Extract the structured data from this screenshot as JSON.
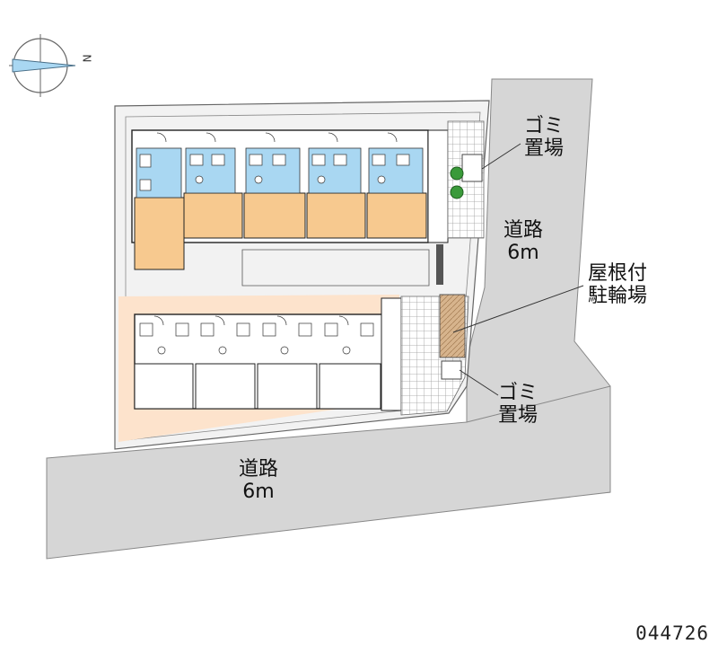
{
  "compass": {
    "north_label": "N"
  },
  "labels": {
    "trash_top": [
      "ゴミ",
      "置場"
    ],
    "road_east": [
      "道路",
      "6m"
    ],
    "bike_parking": [
      "屋根付",
      "駐輪場"
    ],
    "trash_bottom": [
      "ゴミ",
      "置場"
    ],
    "road_south": [
      "道路",
      "6m"
    ]
  },
  "property_code": "044726",
  "colors": {
    "road": "#d6d6d6",
    "site": "#f2f2f2",
    "unit_floor": "#f7c98f",
    "wet_area": "#a9d7f2",
    "ground_floor_site": "#fde3cc",
    "paving": "#bdbdbd",
    "bike_parking": "#d7b48d",
    "tree": "#3a9a3a"
  }
}
